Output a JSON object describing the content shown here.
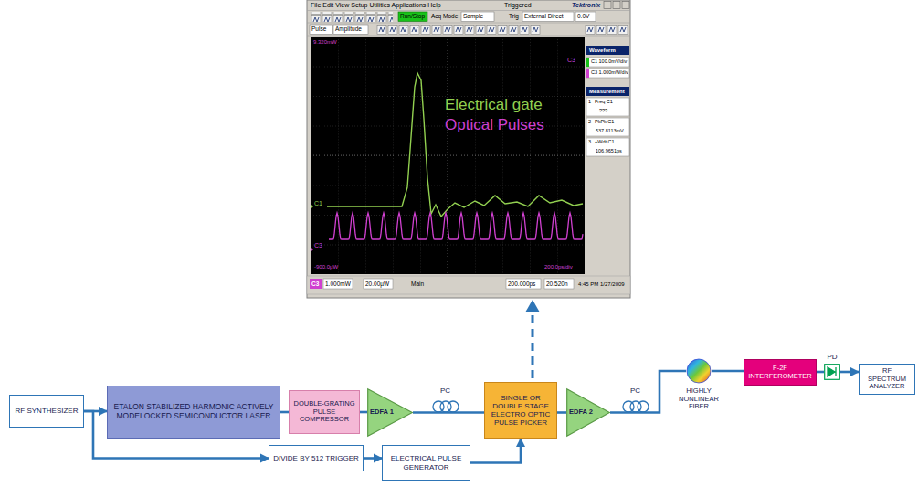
{
  "diagram": {
    "nodes": [
      {
        "text": [
          "RF SYNTHESIZER"
        ]
      },
      {
        "text": [
          "ETALON STABILIZED HARMONIC ACTIVELY MODELOCKED SEMICONDUCTOR LASER"
        ]
      },
      {
        "text": [
          "DOUBLE-GRATING PULSE COMPRESSOR"
        ]
      },
      {
        "text": [
          "EDFA 1"
        ]
      },
      {
        "text": [
          "SINGLE OR DOUBLE STAGE ELECTRO OPTIC PULSE PICKER"
        ]
      },
      {
        "text": [
          "EDFA 2"
        ]
      },
      {
        "text": [
          "HIGHLY NONLINEAR FIBER"
        ]
      },
      {
        "text": [
          "F-2F INTERFEROMETER"
        ]
      },
      {
        "text": [
          "PD"
        ]
      },
      {
        "text": [
          "RF SPECTRUM ANALYZER"
        ]
      },
      {
        "text": [
          "DIVIDE BY 512 TRIGGER"
        ]
      },
      {
        "text": [
          "ELECTRICAL PULSE GENERATOR"
        ]
      }
    ],
    "edges": [
      {
        "from": 0,
        "to": 1,
        "arrow": "to"
      },
      {
        "from": 1,
        "to": 2,
        "arrow": "none"
      },
      {
        "from": 2,
        "to": 3,
        "arrow": "none"
      },
      {
        "from": 3,
        "to": 4,
        "arrow": "none"
      },
      {
        "from": 4,
        "to": 5,
        "arrow": "none"
      },
      {
        "from": 5,
        "to": 6,
        "arrow": "none"
      },
      {
        "from": 6,
        "to": 7,
        "arrow": "none"
      },
      {
        "from": 7,
        "to": 8,
        "arrow": "none"
      },
      {
        "from": 8,
        "to": 9,
        "arrow": "to"
      },
      {
        "from": 0,
        "to": 10,
        "arrow": "to"
      },
      {
        "from": 10,
        "to": 11,
        "arrow": "to"
      },
      {
        "from": 11,
        "to": 4,
        "arrow": "to"
      }
    ],
    "labels": [
      "File Edit View Setup Utilities Applications Help",
      "Triggered",
      "Tektronix",
      "Run/Stop",
      "Acq Mode",
      "Sample",
      "Trig",
      "External Direct",
      "0.0V",
      "Pulse",
      "Amplitude",
      "Waveform",
      "C1 100.0mV/div",
      "C3 1.000mW/div",
      "Measurement",
      "1",
      "Freq C1",
      "???",
      "2",
      "PkPk C1",
      "537.8113mV",
      "3",
      "+Wdt C1",
      "106.9651ps",
      "9.320mW",
      "C3",
      "Electrical gate",
      "Optical Pulses",
      "C1",
      "C3",
      "-900.0µW",
      "200.0ps/div",
      "C3",
      "1.000mW",
      "20.00µW",
      "Main",
      "200.000ps",
      "20.520n",
      "4:45 PM 1/27/2009",
      "PC",
      "PC"
    ]
  }
}
